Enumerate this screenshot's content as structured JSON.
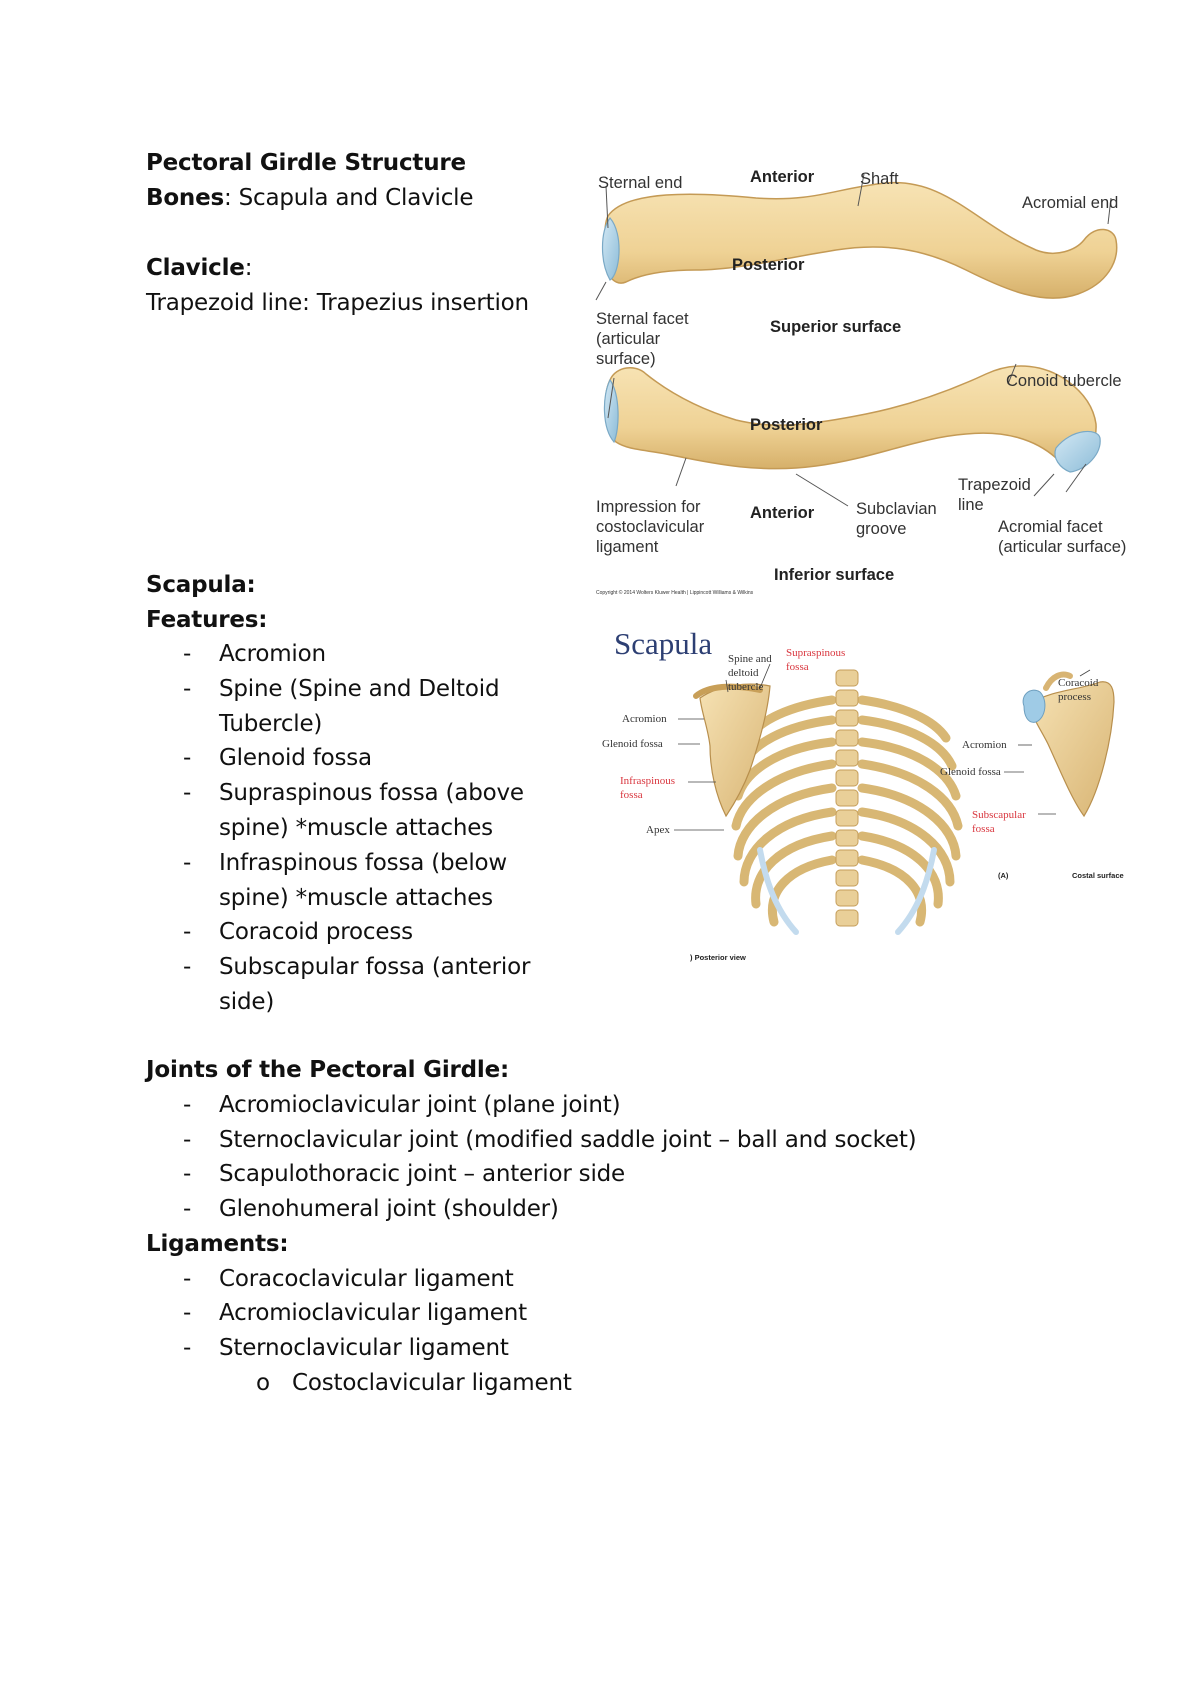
{
  "header": {
    "title": "Pectoral Girdle Structure",
    "bones_label": "Bones",
    "bones_value": ": Scapula and Clavicle"
  },
  "clavicle": {
    "heading": "Clavicle",
    "heading_colon": ":",
    "line": "Trapezoid line: Trapezius insertion"
  },
  "scapula": {
    "heading": "Scapula:",
    "features_heading": "Features:",
    "features": [
      "Acromion",
      "Spine (Spine and Deltoid",
      "Tubercle)",
      "Glenoid fossa",
      "Supraspinous fossa (above",
      "spine) *muscle attaches",
      "Infraspinous fossa (below",
      "spine) *muscle attaches",
      "Coracoid process",
      "Subscapular fossa (anterior",
      "side)"
    ],
    "dash": "-"
  },
  "joints": {
    "heading": "Joints of the Pectoral Girdle:",
    "items": [
      "Acromioclavicular joint (plane joint)",
      "Sternoclavicular joint (modified saddle joint – ball and socket)",
      "Scapulothoracic joint – anterior side",
      "Glenohumeral joint (shoulder)"
    ]
  },
  "ligaments": {
    "heading": "Ligaments:",
    "items": [
      "Coracoclavicular ligament",
      "Acromioclavicular ligament",
      "Sternoclavicular ligament"
    ],
    "sub_bullet": "o",
    "sub_items": [
      "Costoclavicular ligament"
    ]
  },
  "clavicle_figure": {
    "labels": {
      "sternal_end": "Sternal end",
      "anterior_top": "Anterior",
      "shaft": "Shaft",
      "acromial_end": "Acromial end",
      "posterior_top": "Posterior",
      "sternal_facet_1": "Sternal facet",
      "sternal_facet_2": "(articular",
      "sternal_facet_3": "surface)",
      "superior_surface": "Superior surface",
      "conoid_tubercle": "Conoid tubercle",
      "posterior_bottom": "Posterior",
      "trapezoid_1": "Trapezoid",
      "trapezoid_2": "line",
      "impression_1": "Impression for",
      "impression_2": "costoclavicular",
      "impression_3": "ligament",
      "anterior_bottom": "Anterior",
      "subclavian_1": "Subclavian",
      "subclavian_2": "groove",
      "acromial_facet_1": "Acromial facet",
      "acromial_facet_2": "(articular surface)",
      "inferior_surface": "Inferior surface",
      "copyright": "Copyright © 2014 Wolters Kluwer Health | Lippincott Williams & Wilkins"
    },
    "colors": {
      "bone": "#f1d59a",
      "bone_shade": "#d9b673",
      "facet": "#a9cfe6"
    }
  },
  "scapula_figure": {
    "labels": {
      "title": "Scapula",
      "spine_deltoid_1": "Spine and",
      "spine_deltoid_2": "deltoid",
      "spine_deltoid_3": "tubercle",
      "supraspinous_1": "Supraspinous",
      "supraspinous_2": "fossa",
      "acromion_left": "Acromion",
      "glenoid_left": "Glenoid fossa",
      "infraspinous_1": "Infraspinous",
      "infraspinous_2": "fossa",
      "apex": "Apex",
      "posterior_view": ") Posterior view",
      "coracoid_1": "Coracoid",
      "coracoid_2": "process",
      "acromion_right": "Acromion",
      "glenoid_right": "Glenoid fossa",
      "subscapular_1": "Subscapular",
      "subscapular_2": "fossa",
      "panel_a": "(A)",
      "costal_surface": "Costal surface"
    },
    "colors": {
      "title": "#2d3f73",
      "red_label": "#d9363e",
      "bone": "#ecd29b",
      "cartilage": "#bcd8ec"
    }
  }
}
